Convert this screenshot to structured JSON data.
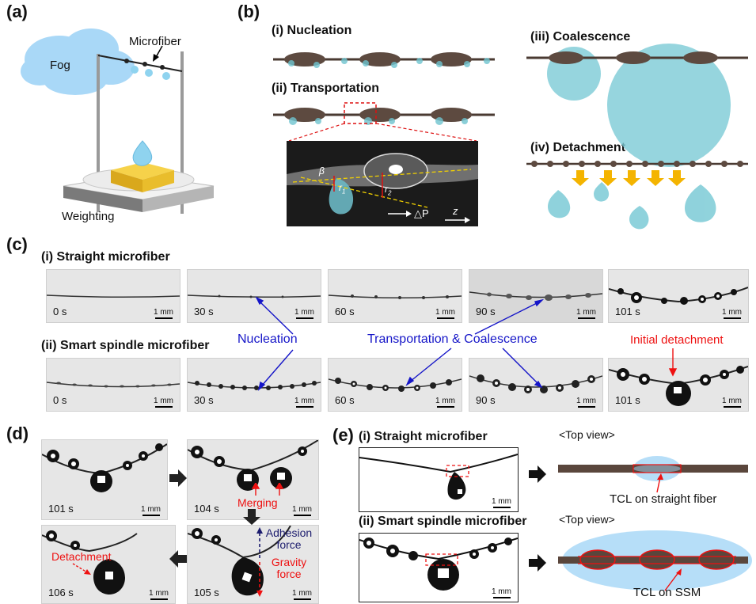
{
  "panels": {
    "a": {
      "letter": "(a)",
      "fog": "Fog",
      "microfiber": "Microfiber",
      "weighting": "Weighting"
    },
    "b": {
      "letter": "(b)",
      "nucleation": "(i) Nucleation",
      "transportation": "(ii) Transportation",
      "coalescence": "(iii) Coalescence",
      "detachment": "(iv) Detachment",
      "beta": "β",
      "r1": "r",
      "r1_sub": "1",
      "r2": "r",
      "r2_sub": "2",
      "dp": "△P",
      "z": "z"
    },
    "c": {
      "letter": "(c)",
      "straight": "(i) Straight microfiber",
      "spindle": "(ii) Smart spindle microfiber",
      "times": [
        "0 s",
        "30 s",
        "60 s",
        "90 s",
        "101 s"
      ],
      "scale": "1 mm",
      "nucleation": "Nucleation",
      "transport": "Transportation & Coalescence",
      "initial": "Initial detachment"
    },
    "d": {
      "letter": "(d)",
      "times": [
        "101 s",
        "104 s",
        "105 s",
        "106 s"
      ],
      "scale": "1 mm",
      "merging": "Merging",
      "adhesion": "Adhesion force",
      "gravity": "Gravity force",
      "detachment": "Detachment"
    },
    "e": {
      "letter": "(e)",
      "straight": "(i) Straight microfiber",
      "spindle": "(ii) Smart spindle microfiber",
      "topview": "<Top view>",
      "scale": "1 mm",
      "tcl_straight": "TCL on straight fiber",
      "tcl_ssm": "TCL on SSM"
    }
  }
}
